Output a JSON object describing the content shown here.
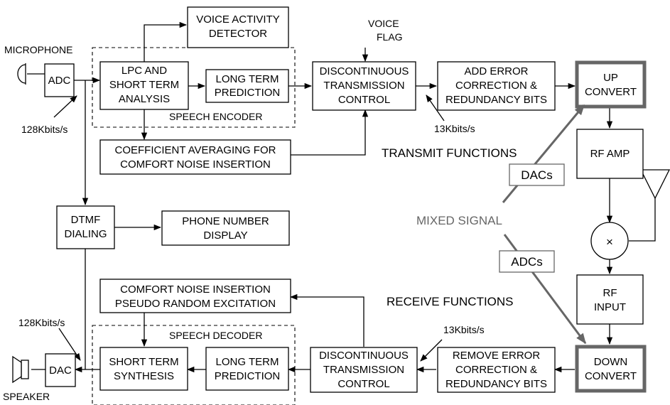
{
  "labels": {
    "microphone": "MICROPHONE",
    "speaker": "SPEAKER",
    "adc": "ADC",
    "dac": "DAC",
    "rate_tx_in": "128Kbits/s",
    "rate_rx_out": "128Kbits/s",
    "rate_tx_out": "13Kbits/s",
    "rate_rx_in": "13Kbits/s",
    "voice_flag_1": "VOICE",
    "voice_flag_2": "FLAG",
    "speech_encoder": "SPEECH ENCODER",
    "speech_decoder": "SPEECH DECODER",
    "transmit_functions": "TRANSMIT FUNCTIONS",
    "receive_functions": "RECEIVE FUNCTIONS",
    "mixed_signal": "MIXED SIGNAL",
    "dacs": "DACs",
    "adcs": "ADCs",
    "mixer_symbol": "×"
  },
  "blocks": {
    "vad": [
      "VOICE ACTIVITY",
      "DETECTOR"
    ],
    "lpc": [
      "LPC AND",
      "SHORT TERM",
      "ANALYSIS"
    ],
    "ltp_tx": [
      "LONG TERM",
      "PREDICTION"
    ],
    "dtx_tx": [
      "DISCONTINUOUS",
      "TRANSMISSION",
      "CONTROL"
    ],
    "add_ecc": [
      "ADD ERROR",
      "CORRECTION &",
      "REDUNDANCY BITS"
    ],
    "up_convert": [
      "UP",
      "CONVERT"
    ],
    "coef_avg": [
      "COEFFICIENT AVERAGING FOR",
      "COMFORT NOISE INSERTION"
    ],
    "rf_amp": [
      "RF AMP"
    ],
    "dtmf": [
      "DTMF",
      "DIALING"
    ],
    "phone_display": [
      "PHONE NUMBER",
      "DISPLAY"
    ],
    "rf_input": [
      "RF",
      "INPUT"
    ],
    "comfort_noise": [
      "COMFORT NOISE INSERTION",
      "PSEUDO RANDOM EXCITATION"
    ],
    "sts": [
      "SHORT TERM",
      "SYNTHESIS"
    ],
    "ltp_rx": [
      "LONG TERM",
      "PREDICTION"
    ],
    "dtx_rx": [
      "DISCONTINUOUS",
      "TRANSMISSION",
      "CONTROL"
    ],
    "remove_ecc": [
      "REMOVE ERROR",
      "CORRECTION &",
      "REDUNDANCY BITS"
    ],
    "down_convert": [
      "DOWN",
      "CONVERT"
    ]
  },
  "colors": {
    "line": "#000000",
    "mixed_signal": "#666666",
    "background": "#ffffff"
  }
}
